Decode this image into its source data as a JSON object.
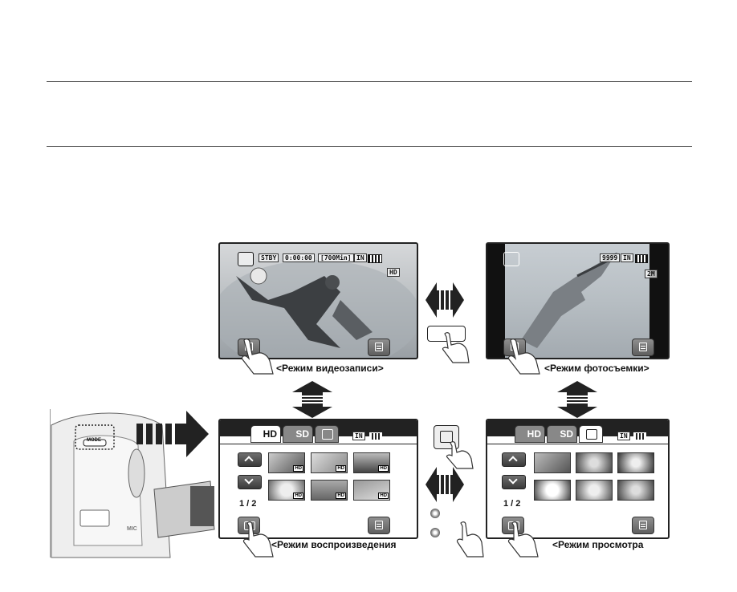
{
  "captions": {
    "video_mode": "<Режим видеозаписи>",
    "photo_mode": "<Режим фотосъемки>",
    "playback_mode": "<Режим воспроизведения",
    "view_mode": "<Режим просмотра"
  },
  "video_screen": {
    "osd_time": "0:00:00",
    "osd_remaining": "[700Min]",
    "osd_storage": "IN",
    "osd_quality": "HD",
    "left_button_icon": "mode-switch-icon",
    "right_button_icon": "menu-icon"
  },
  "photo_screen": {
    "osd_count": "9999",
    "osd_storage": "IN",
    "osd_resolution": "2M",
    "left_button_icon": "mode-switch-icon",
    "right_button_icon": "menu-icon"
  },
  "playback_screen": {
    "tabs": [
      "HD",
      "SD",
      ""
    ],
    "active_tab": 0,
    "storage": "IN",
    "page": "1 / 2",
    "thumbnail_badge": "HD",
    "left_button_icon": "video-camera-icon",
    "right_button_icon": "menu-icon"
  },
  "view_screen": {
    "tabs": [
      "HD",
      "SD",
      ""
    ],
    "active_tab": 2,
    "storage": "IN",
    "page": "1 / 2",
    "left_button_icon": "camera-icon",
    "right_button_icon": "menu-icon"
  },
  "camcorder": {
    "mode_label": "MODE",
    "mic_label": "MIC"
  }
}
